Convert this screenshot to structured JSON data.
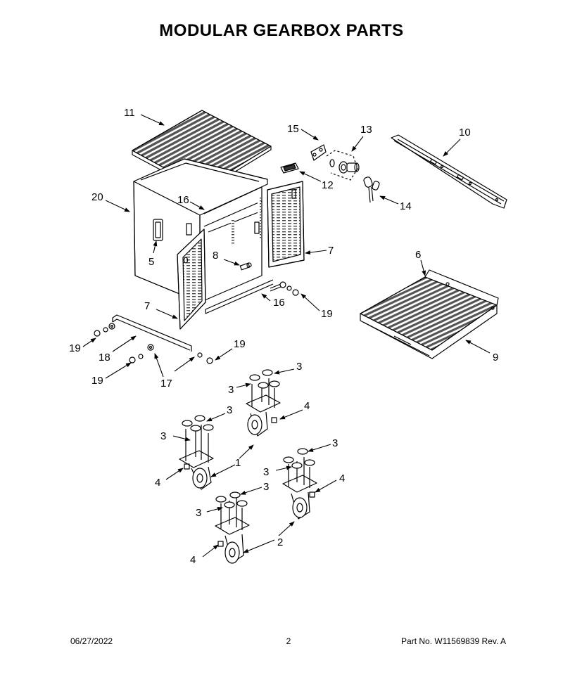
{
  "title": "MODULAR GEARBOX PARTS",
  "callouts": {
    "c1": "1",
    "c2": "2",
    "c3": "3",
    "c4": "4",
    "c5": "5",
    "c6": "6",
    "c7": "7",
    "c8": "8",
    "c9": "9",
    "c10": "10",
    "c11": "11",
    "c12": "12",
    "c13": "13",
    "c14": "14",
    "c15": "15",
    "c16": "16",
    "c17": "17",
    "c18": "18",
    "c19": "19",
    "c20": "20"
  },
  "footer": {
    "date": "06/27/2022",
    "page": "2",
    "part_no": "Part No.  W11569839  Rev.  A"
  }
}
